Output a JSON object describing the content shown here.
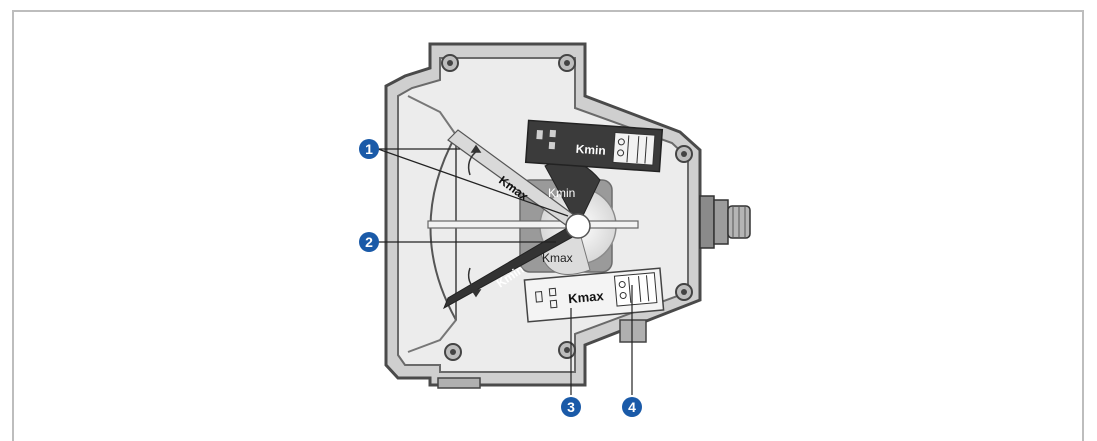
{
  "diagram": {
    "labels": {
      "kmax_arm": "Kmax",
      "kmin_arm": "Kmin",
      "kmin_cam": "Kmin",
      "kmax_cam": "Kmax",
      "kmin_switch": "Kmin",
      "kmax_switch": "Kmax"
    },
    "callouts": [
      {
        "number": "1"
      },
      {
        "number": "2"
      },
      {
        "number": "3"
      },
      {
        "number": "4"
      }
    ],
    "colors": {
      "callout": "#1a5aa8",
      "housing_outline": "#555555",
      "housing_fill": "#e9e9e9",
      "switch_dark": "#3b3b3b",
      "switch_light": "#f4f4f4",
      "frame": "#bdbdbd"
    }
  }
}
